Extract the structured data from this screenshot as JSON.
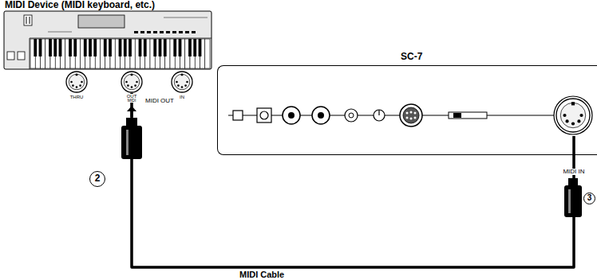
{
  "diagram": {
    "nodes": [
      {
        "text": [
          "MIDI Device (MIDI keyboard, etc.)"
        ]
      },
      {
        "text": [
          "THRU"
        ]
      },
      {
        "text": [
          "OUT",
          "MIDI"
        ]
      },
      {
        "text": [
          "IN"
        ]
      },
      {
        "text": [
          "SC-7"
        ]
      },
      {
        "text": [
          "MIDI IN"
        ],
        "in": 4
      }
    ],
    "edges": [
      {
        "from": 2,
        "to": 5,
        "arrow": "none",
        "label": "MIDI Cable"
      }
    ],
    "labels": [
      "MIDI OUT",
      "2",
      "3"
    ]
  }
}
